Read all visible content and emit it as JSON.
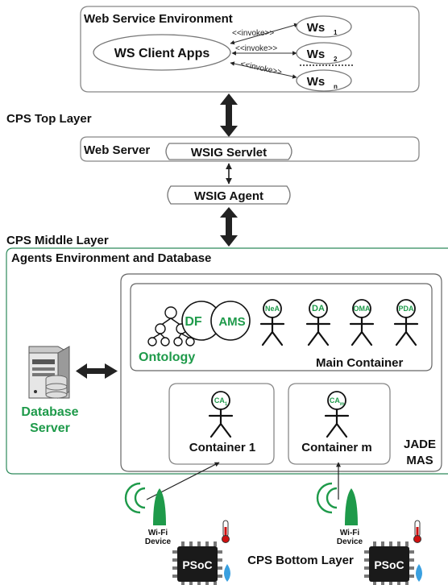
{
  "web_service": {
    "title": "Web Service Environment",
    "client_apps": "WS Client Apps",
    "invoke": "<<invoke>>",
    "services": [
      {
        "base": "Ws",
        "sub": "1"
      },
      {
        "base": "Ws",
        "sub": "2"
      },
      {
        "base": "Ws",
        "sub": "n"
      }
    ]
  },
  "top_layer": {
    "label": "CPS Top Layer",
    "web_server": "Web Server",
    "wsig_servlet": "WSIG Servlet",
    "wsig_agent": "WSIG Agent"
  },
  "middle_layer": {
    "label": "CPS Middle Layer",
    "env_title": "Agents Environment and Database",
    "database_server": [
      "Database",
      "Server"
    ],
    "ontology": "Ontology",
    "df": "DF",
    "ams": "AMS",
    "agents": [
      "NeA",
      "DA",
      "OMA",
      "PDA"
    ],
    "main_container": "Main Container",
    "containers": [
      {
        "label": "Container 1",
        "agent_base": "CA",
        "agent_sub": "1"
      },
      {
        "label": "Container m",
        "agent_base": "CA",
        "agent_sub": "m"
      }
    ],
    "jade": [
      "JADE",
      "MAS"
    ]
  },
  "bottom_layer": {
    "label": "CPS Bottom Layer",
    "devices": [
      {
        "wifi_label": [
          "Wi-Fi",
          "Device"
        ],
        "chip": "PSoC"
      },
      {
        "wifi_label": [
          "Wi-Fi",
          "Device"
        ],
        "chip": "PSoC"
      }
    ]
  },
  "colors": {
    "green": "#1e9a4a",
    "chip": "#1a1a1a",
    "thermometer": "#d01010",
    "drop": "#3aa0e0"
  }
}
